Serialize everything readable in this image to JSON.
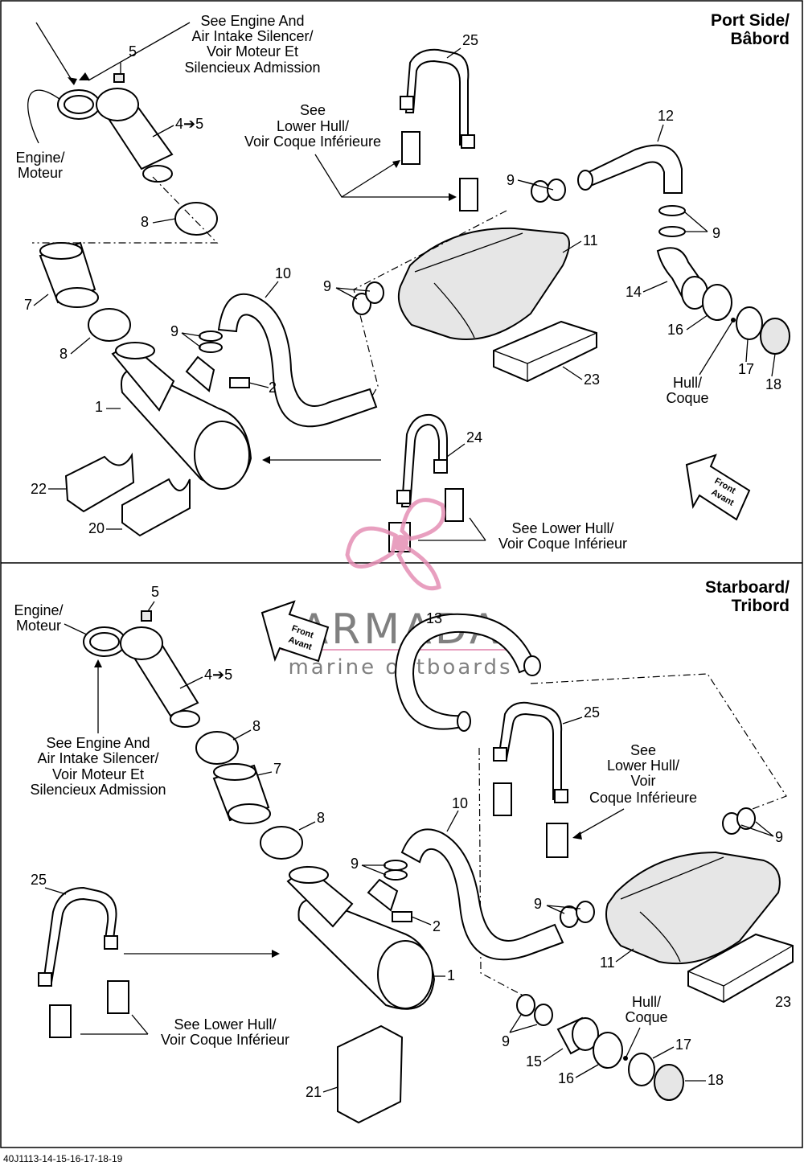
{
  "sections": {
    "port": {
      "title_line1": "Port Side/",
      "title_line2": "Bâbord",
      "front": [
        "Front",
        "Avant"
      ],
      "callouts": {
        "engine_intake": [
          "See Engine And",
          "Air Intake Silencer/",
          "Voir Moteur Et",
          "Silencieux Admission"
        ],
        "engine": [
          "Engine/",
          "Moteur"
        ],
        "lower_hull_top": [
          "See",
          "Lower Hull/",
          "Voir Coque Inférieure"
        ],
        "lower_hull_bottom": [
          "See Lower Hull/",
          "Voir Coque Inférieur"
        ],
        "hull": [
          "Hull/",
          "Coque"
        ]
      },
      "part_numbers": [
        "5",
        "4➔5",
        "8",
        "25",
        "12",
        "9",
        "9",
        "11",
        "9",
        "10",
        "7",
        "9",
        "8",
        "2",
        "1",
        "14",
        "16",
        "17",
        "18",
        "23",
        "24",
        "22",
        "20"
      ]
    },
    "starboard": {
      "title_line1": "Starboard/",
      "title_line2": "Tribord",
      "front": [
        "Front",
        "Avant"
      ],
      "callouts": {
        "engine": [
          "Engine/",
          "Moteur"
        ],
        "engine_intake": [
          "See Engine And",
          "Air Intake Silencer/",
          "Voir Moteur Et",
          "Silencieux Admission"
        ],
        "lower_hull_right": [
          "See",
          "Lower Hull/",
          "Voir",
          "Coque Inférieure"
        ],
        "lower_hull_left": [
          "See Lower Hull/",
          "Voir Coque Inférieur"
        ],
        "hull": [
          "Hull/",
          "Coque"
        ]
      },
      "part_numbers": [
        "5",
        "4➔5",
        "13",
        "8",
        "7",
        "8",
        "25",
        "9",
        "10",
        "9",
        "2",
        "1",
        "25",
        "9",
        "11",
        "23",
        "9",
        "15",
        "16",
        "17",
        "18",
        "21"
      ]
    }
  },
  "watermark": {
    "brand": "ARMADA",
    "tagline": "marine outboards",
    "colors": {
      "pink": "#e58fb5",
      "gray": "#6b6b6b"
    }
  },
  "footer": {
    "code": "40J1113-14-15-16-17-18-19"
  }
}
